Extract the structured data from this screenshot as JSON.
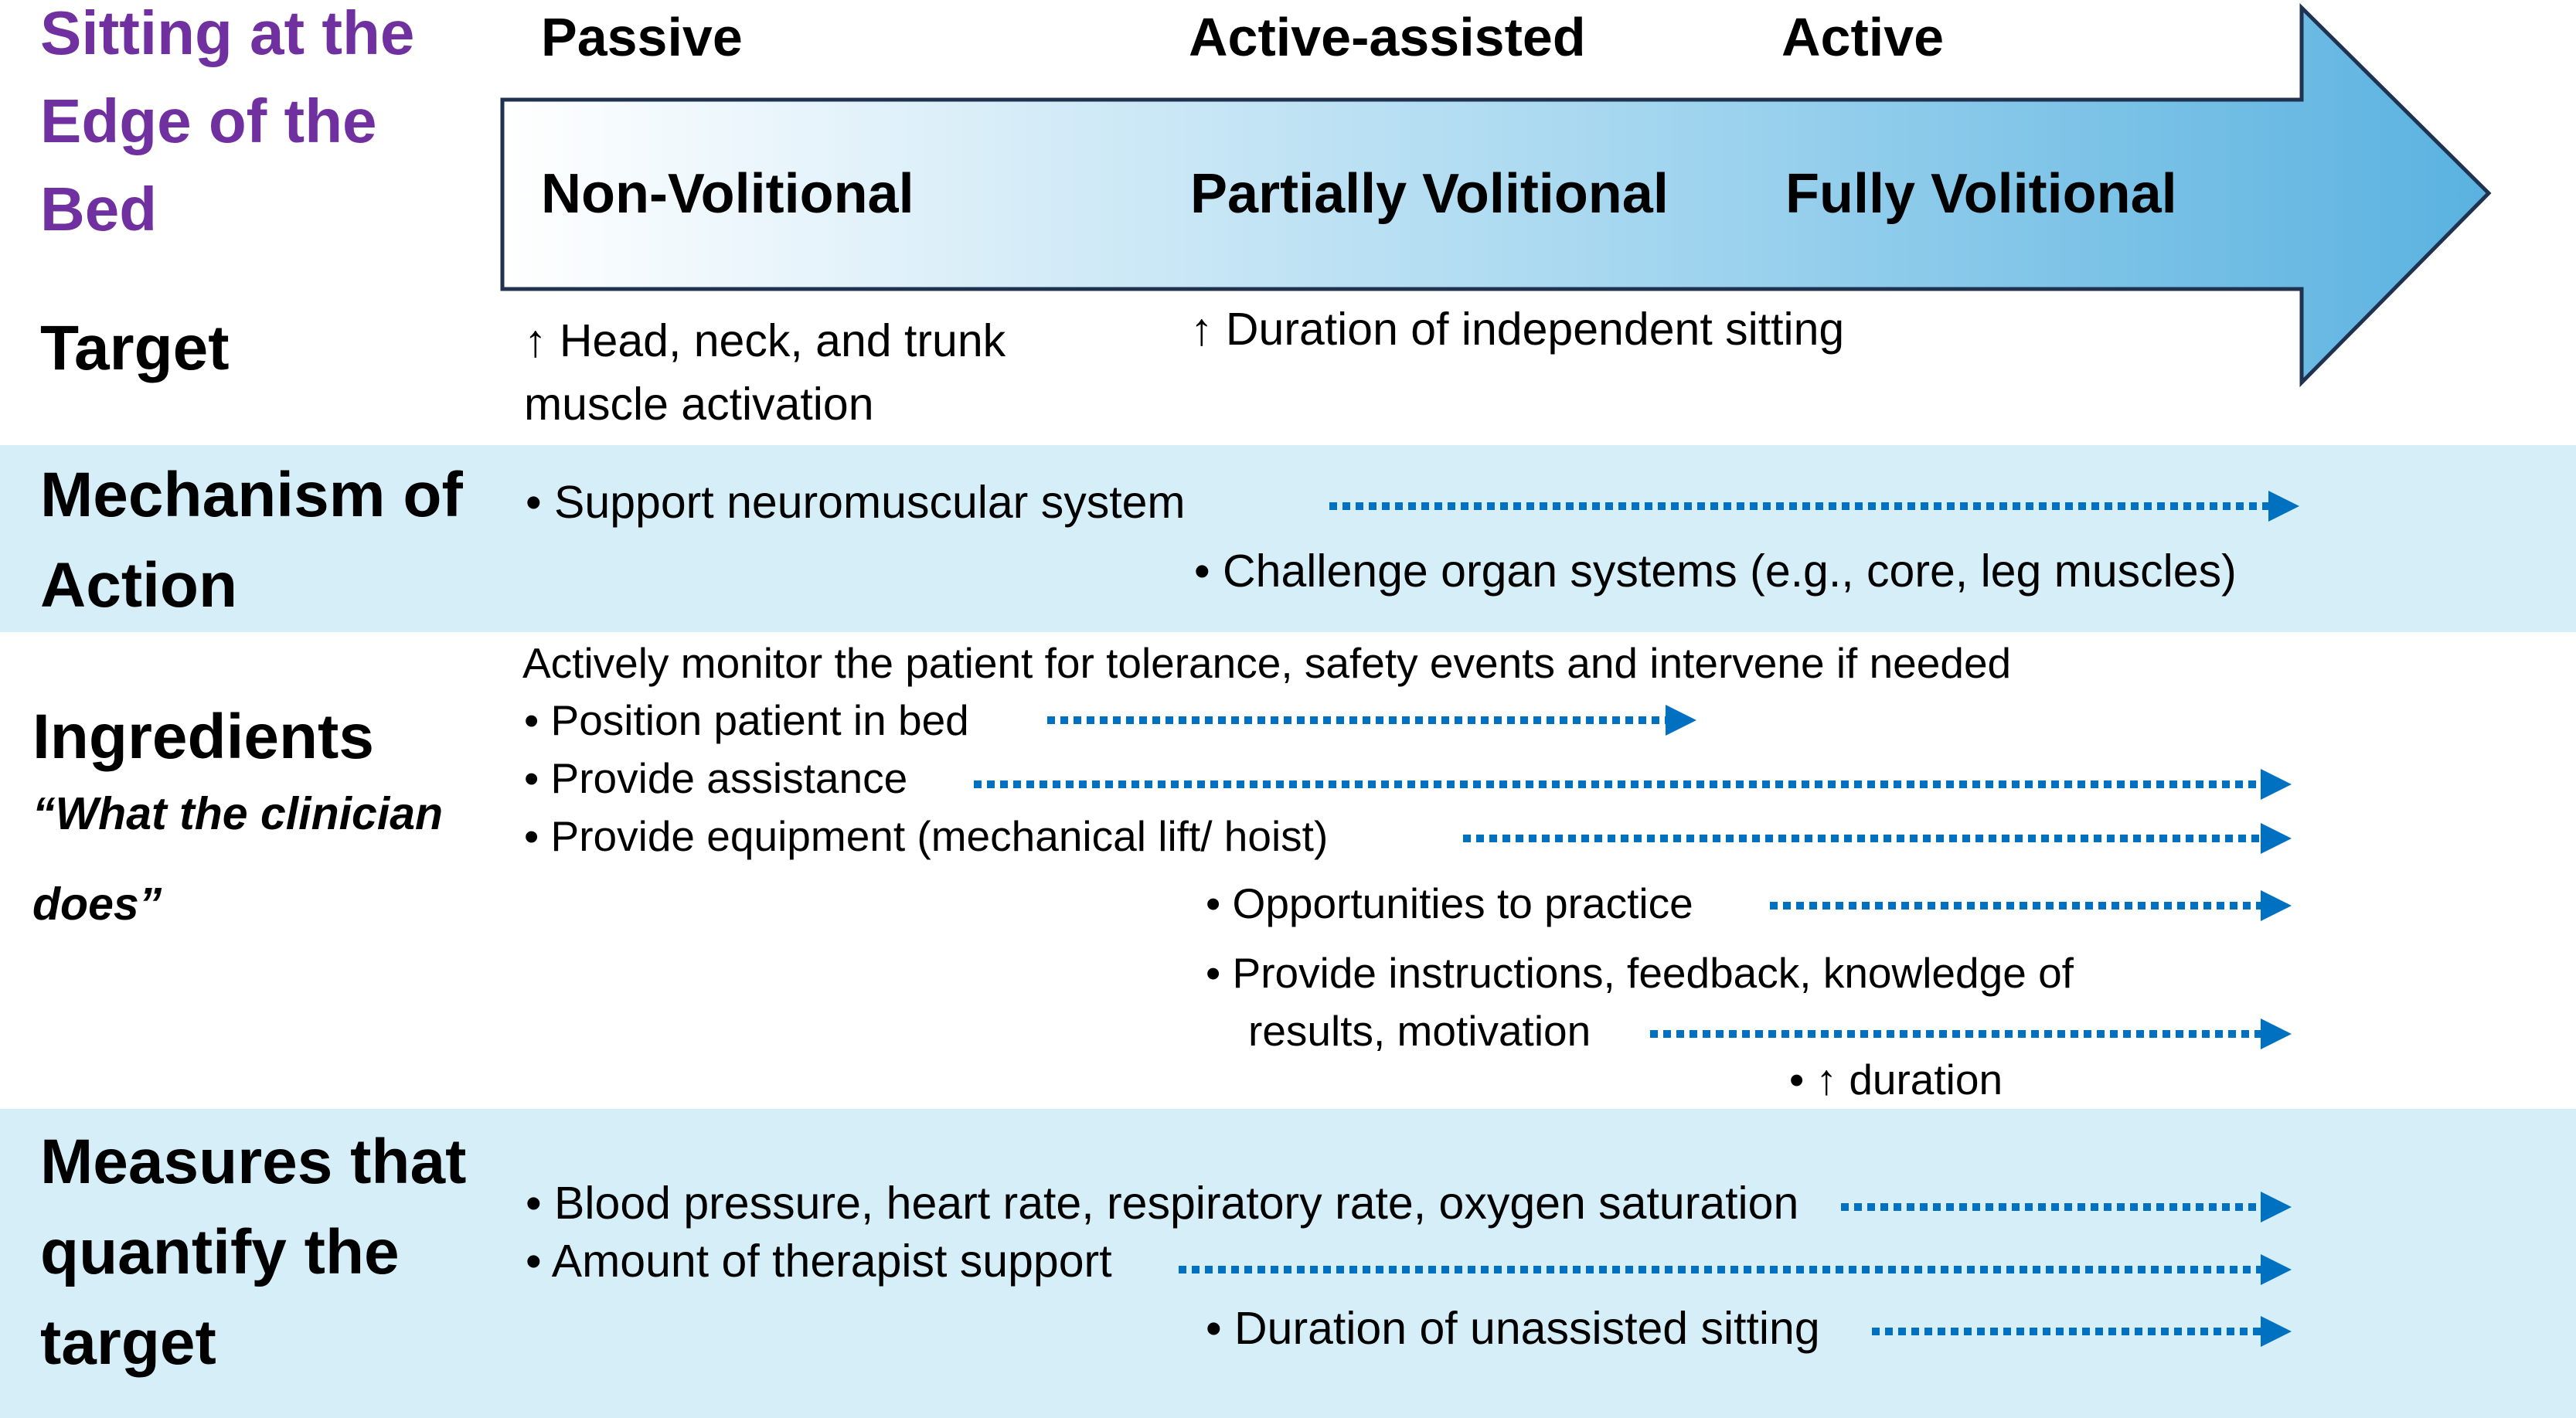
{
  "title": "Sitting at the Edge of the Bed",
  "levels": {
    "passive": "Passive",
    "active_assisted": "Active-assisted",
    "active": "Active"
  },
  "volition": {
    "non": "Non-Volitional",
    "partial": "Partially Volitional",
    "full": "Fully Volitional"
  },
  "colors": {
    "title": "#7030a0",
    "band": "#d5eef8",
    "arrow_dots": "#0070c0",
    "arrow_gradient_start": "#ffffff",
    "arrow_gradient_end": "#5ab2e0"
  },
  "sections": {
    "target": "Target",
    "mechanism": "Mechanism of Action",
    "ingredients": "Ingredients",
    "ingredients_sub": "“What the clinician does”",
    "measures": "Measures that quantify the target"
  },
  "target": {
    "item1": "↑ Head, neck, and trunk muscle activation",
    "item2": "↑ Duration of independent sitting"
  },
  "mechanism": {
    "item1": "• Support neuromuscular system",
    "item2": "• Challenge organ systems (e.g., core, leg muscles)"
  },
  "ingredients": {
    "intro": "Actively monitor the patient for tolerance, safety events and intervene if needed",
    "items": [
      "• Position patient in bed",
      "• Provide assistance",
      "• Provide equipment (mechanical lift/ hoist)",
      "• Opportunities to practice",
      "• Provide instructions, feedback, knowledge of",
      "results, motivation",
      "• ↑ duration"
    ]
  },
  "measures": {
    "items": [
      "• Blood pressure, heart rate, respiratory rate, oxygen saturation",
      "• Amount of therapist support",
      "• Duration of unassisted sitting"
    ]
  }
}
